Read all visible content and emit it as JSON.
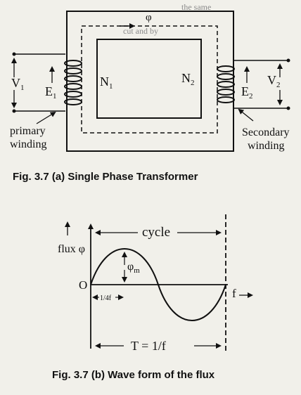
{
  "scan_fragments": {
    "top_line1": "the same",
    "top_line2": "cut and by"
  },
  "transformer": {
    "flux_symbol": "φ",
    "primary_voltage": "V",
    "primary_voltage_sub": "1",
    "primary_emf": "E",
    "primary_emf_sub": "1",
    "primary_turns": "N",
    "primary_turns_sub": "1",
    "secondary_turns": "N",
    "secondary_turns_sub": "2",
    "secondary_emf": "E",
    "secondary_emf_sub": "2",
    "secondary_voltage": "V",
    "secondary_voltage_sub": "2",
    "primary_label_line1": "primary",
    "primary_label_line2": "winding",
    "secondary_label_line1": "Secondary",
    "secondary_label_line2": "winding",
    "caption": "Fig. 3.7 (a) Single Phase Transformer"
  },
  "waveform": {
    "cycle_label": "cycle",
    "flux_label": "flux φ",
    "peak_label": "φ",
    "peak_label_sub": "m",
    "origin_label": "O",
    "quarter_label": "1/4f",
    "freq_label": "f",
    "period_label": "T = 1/f",
    "caption": "Fig. 3.7 (b) Wave form of the flux"
  }
}
